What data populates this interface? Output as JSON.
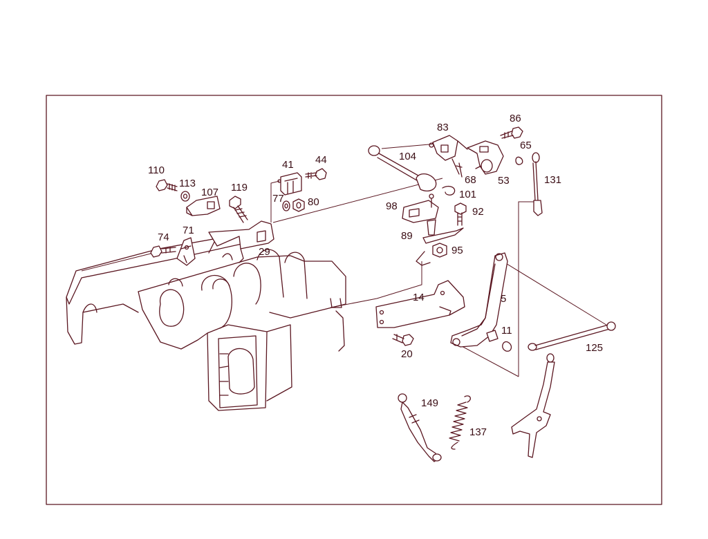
{
  "colors": {
    "line": "#5a1620",
    "text": "#3a0d14",
    "background": "#ffffff"
  },
  "callouts": [
    {
      "id": "c110",
      "text": "110"
    },
    {
      "id": "c113",
      "text": "113"
    },
    {
      "id": "c107",
      "text": "107"
    },
    {
      "id": "c119",
      "text": "119"
    },
    {
      "id": "c41",
      "text": "41"
    },
    {
      "id": "c44",
      "text": "44"
    },
    {
      "id": "c77",
      "text": "77"
    },
    {
      "id": "c80",
      "text": "80"
    },
    {
      "id": "c74",
      "text": "74"
    },
    {
      "id": "c71",
      "text": "71"
    },
    {
      "id": "c29",
      "text": "29"
    },
    {
      "id": "c83",
      "text": "83"
    },
    {
      "id": "c86",
      "text": "86"
    },
    {
      "id": "c104",
      "text": "104"
    },
    {
      "id": "c65",
      "text": "65"
    },
    {
      "id": "c68",
      "text": "68"
    },
    {
      "id": "c53",
      "text": "53"
    },
    {
      "id": "c131",
      "text": "131"
    },
    {
      "id": "c101",
      "text": "101"
    },
    {
      "id": "c98",
      "text": "98"
    },
    {
      "id": "c92",
      "text": "92"
    },
    {
      "id": "c89",
      "text": "89"
    },
    {
      "id": "c95",
      "text": "95"
    },
    {
      "id": "c14",
      "text": "14"
    },
    {
      "id": "c5",
      "text": "5"
    },
    {
      "id": "c11",
      "text": "11"
    },
    {
      "id": "c20",
      "text": "20"
    },
    {
      "id": "c125",
      "text": "125"
    },
    {
      "id": "c149",
      "text": "149"
    },
    {
      "id": "c137",
      "text": "137"
    }
  ]
}
